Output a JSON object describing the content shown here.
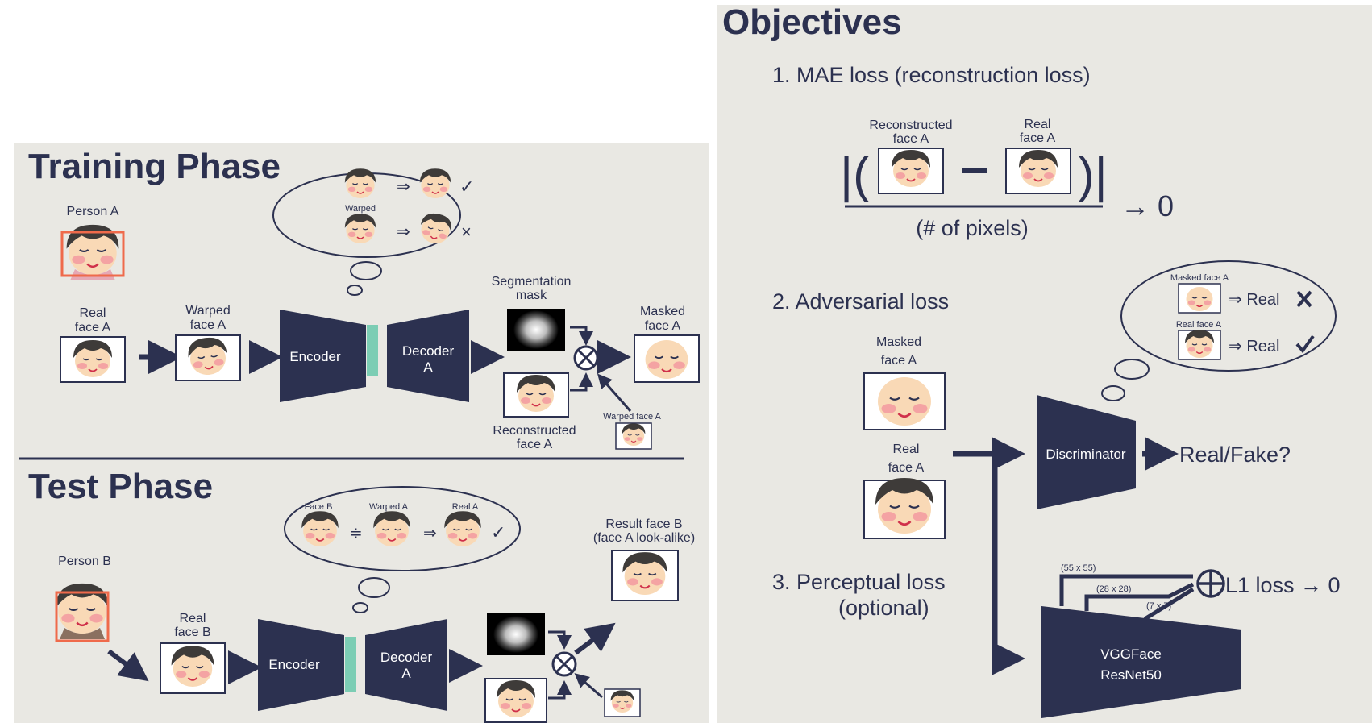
{
  "training": {
    "title": "Training Phase",
    "person_label": "Person A",
    "real_face_label": [
      "Real",
      "face A"
    ],
    "warped_face_label": [
      "Warped",
      "face A"
    ],
    "encoder": "Encoder",
    "decoder": [
      "Decoder",
      "A"
    ],
    "segmentation_label": [
      "Segmentation",
      "mask"
    ],
    "masked_label": [
      "Masked",
      "face A"
    ],
    "reconstructed_label": [
      "Reconstructed",
      "face A"
    ],
    "warped_small_label": "Warped face A",
    "thought_warped_label": "Warped",
    "thought_checks": [
      "✓",
      "×"
    ]
  },
  "test": {
    "title": "Test Phase",
    "person_label": "Person B",
    "real_face_label": [
      "Real",
      "face B"
    ],
    "encoder": "Encoder",
    "decoder": [
      "Decoder",
      "A"
    ],
    "result_label": [
      "Result face B",
      "(face A look-alike)"
    ],
    "thought_labels": [
      "Face B",
      "Warped A",
      "Real A"
    ],
    "thought_check": "✓"
  },
  "objectives": {
    "title": "Objectives",
    "mae_title": "1. MAE loss (reconstruction loss)",
    "mae_recon_label": [
      "Reconstructed",
      "face A"
    ],
    "mae_real_label": [
      "Real",
      "face A"
    ],
    "mae_denominator": "(# of pixels)",
    "mae_arrow": "→ 0",
    "adv_title": "2. Adversarial loss",
    "adv_masked_label": [
      "Masked",
      "face A"
    ],
    "adv_real_label": [
      "Real",
      "face A"
    ],
    "discriminator": "Discriminator",
    "real_fake": "Real/Fake?",
    "thought_masked_label": "Masked face A",
    "thought_real_label": "Real face A",
    "thought_real_1": "⇒ Real",
    "thought_real_2": "⇒ Real",
    "perc_title": [
      "3. Perceptual loss",
      "(optional)"
    ],
    "dims": [
      "(55 x 55)",
      "(28 x 28)",
      "(7 x 7)"
    ],
    "l1_loss": "L1 loss → 0",
    "vgg": [
      "VGGFace",
      "ResNet50"
    ]
  },
  "colors": {
    "navy": "#2c3150",
    "teal": "#7ccdb4",
    "face": "#f9d9b6",
    "cheek": "#f4a3a3",
    "hair": "#3e3b39",
    "highlight": "#ef6a4b",
    "panel": "#e9e8e3"
  }
}
